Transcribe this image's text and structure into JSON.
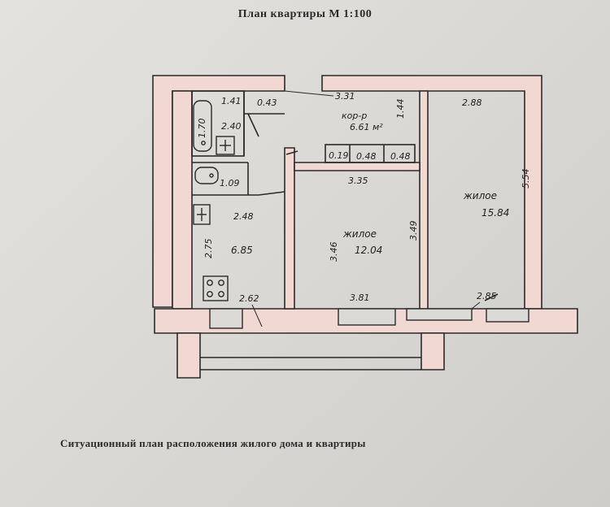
{
  "title": "План квартиры М 1:100",
  "caption": "Ситуационный план расположения     жилого дома и квартиры",
  "colors": {
    "wall": "#f2d8d2",
    "line": "#2a2a2a",
    "paper": "#dcdad6"
  },
  "rooms": {
    "living_large": {
      "label": "жилое",
      "area": "15.84",
      "width": "2.88",
      "length": "5.54",
      "bottom": "2.85"
    },
    "living_mid": {
      "label": "жилое",
      "area": "12.04",
      "top": "3.35",
      "bottom": "3.81",
      "left": "3.46",
      "right": "3.49"
    },
    "corridor": {
      "label": "кор-р",
      "area": "6.61 м²",
      "top": "3.31",
      "side": "1.44"
    },
    "kitchen": {
      "area": "6.85",
      "top": "2.48",
      "side": "2.75",
      "bottom": "2.62"
    },
    "bathroom": {
      "width": "1.41",
      "length": "1.70",
      "closet": "0.43",
      "bottom": "2.40"
    },
    "toilet": {
      "size": "1.09"
    },
    "closets": {
      "a": "0.19",
      "b": "0.48",
      "c": "0.48"
    }
  }
}
